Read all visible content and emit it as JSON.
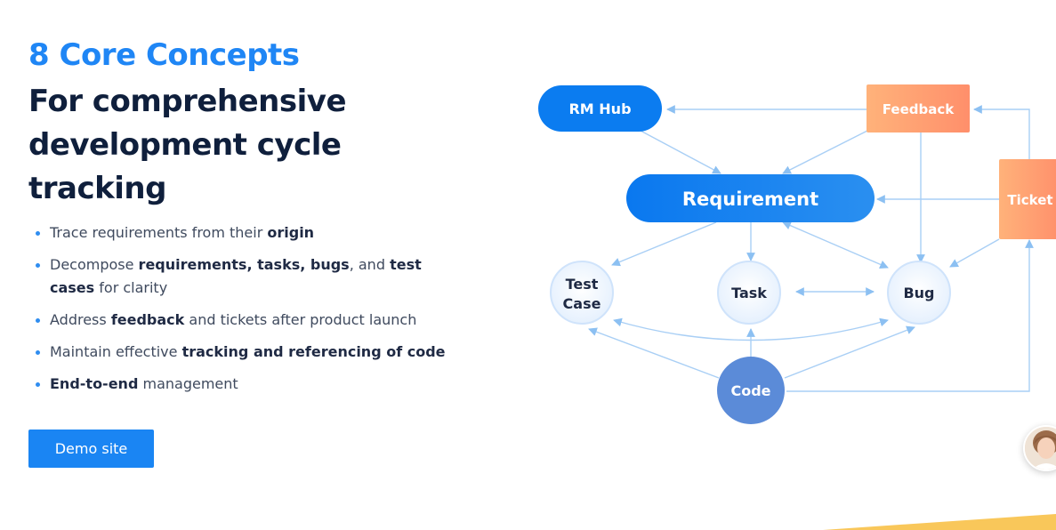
{
  "hero": {
    "eyebrow": "8 Core Concepts",
    "heading": "For comprehensive development cycle tracking",
    "bullets": [
      {
        "parts": [
          {
            "text": "Trace requirements from their ",
            "bold": false
          },
          {
            "text": "origin",
            "bold": true
          }
        ]
      },
      {
        "parts": [
          {
            "text": "Decompose ",
            "bold": false
          },
          {
            "text": "requirements, tasks, bugs",
            "bold": true
          },
          {
            "text": ", and ",
            "bold": false
          },
          {
            "text": "test cases",
            "bold": true
          },
          {
            "text": " for clarity",
            "bold": false
          }
        ]
      },
      {
        "parts": [
          {
            "text": "Address ",
            "bold": false
          },
          {
            "text": "feedback",
            "bold": true
          },
          {
            "text": " and tickets after product launch",
            "bold": false
          }
        ]
      },
      {
        "parts": [
          {
            "text": "Maintain effective ",
            "bold": false
          },
          {
            "text": "tracking and referencing of code",
            "bold": true
          }
        ]
      },
      {
        "parts": [
          {
            "text": "End-to-end",
            "bold": true
          },
          {
            "text": " management",
            "bold": false
          }
        ]
      }
    ],
    "demo_button": "Demo site"
  },
  "diagram": {
    "nodes": {
      "rm_hub": "RM Hub",
      "feedback": "Feedback",
      "requirement": "Requirement",
      "ticket": "Ticket",
      "test_case_line1": "Test",
      "test_case_line2": "Case",
      "task": "Task",
      "bug": "Bug",
      "code": "Code"
    }
  },
  "colors": {
    "accent": "#1a85f3",
    "heading": "#0f1f3c",
    "node_blue": "#0b7cf0",
    "node_orange": "#ff9d6e",
    "code_node": "#5b8bd8",
    "connector": "#a9cff5"
  }
}
